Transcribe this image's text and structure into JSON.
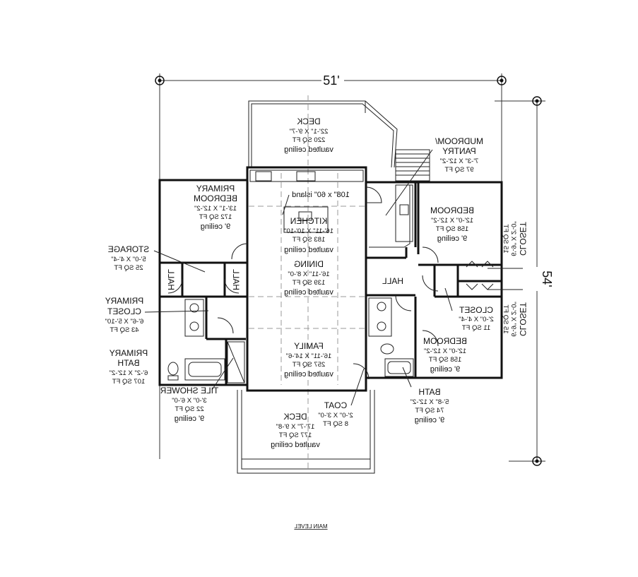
{
  "plan": {
    "width_dim": "51'",
    "depth_dim": "54'",
    "level_label": "MAIN LEVEL",
    "island_label": "108\" x 60\" island",
    "hall_label": "HALL",
    "rooms": {
      "deck_rear": {
        "name": "DECK",
        "size": "22'-1\" X 9'-7\"",
        "area": "220 SQ FT",
        "ceiling": "vaulted ceiling"
      },
      "mudroom": {
        "name1": "MUDROOM/",
        "name2": "PANTRY",
        "size": "7'-3\" X 12'-2\"",
        "area": "97 SQ FT"
      },
      "primary_bedroom": {
        "name1": "PRIMARY",
        "name2": "BEDROOM",
        "size": "13'-1\" X 12'-2\"",
        "area": "172 SQ FT",
        "ceiling": "9' ceiling"
      },
      "kitchen": {
        "name": "KITCHEN",
        "size": "16'-11\" X 10'-10\"",
        "area": "183 SQ FT",
        "ceiling": "vaulted ceiling"
      },
      "bedroom_upper": {
        "name": "BEDROOM",
        "size": "12'-0\" X 12'-2\"",
        "area": "158 SQ FT",
        "ceiling": "9' ceiling"
      },
      "closet_upper": {
        "name": "CLOSET",
        "size": "6'-9\" X 2'-0\"",
        "area": "15 SQ FT"
      },
      "storage": {
        "name": "STORAGE",
        "size": "5'-0\" X 4'-4\"",
        "area": "25 SQ FT"
      },
      "hall_left": {
        "name": "HALL"
      },
      "hall_mid": {
        "name": "HALL"
      },
      "dining": {
        "name": "DINING",
        "size": "16'-11\" X 8'-0\"",
        "area": "139 SQ FT",
        "ceiling": "vaulted ceiling"
      },
      "closet_lower": {
        "name": "CLOSET",
        "size": "6'-9\" X 2'-0\"",
        "area": "15 SQ FT"
      },
      "closet_small": {
        "name": "CLOSET",
        "size": "2'-0\" X 4'-4\"",
        "area": "11 SQ FT"
      },
      "primary_closet": {
        "name1": "PRIMARY",
        "name2": "CLOSET",
        "size": "6'-6\" X 5'-10\"",
        "area": "43 SQ FT"
      },
      "family": {
        "name": "FAMILY",
        "size": "16'-11\" X 14'-6\"",
        "area": "257 SQ FT",
        "ceiling": "vaulted ceiling"
      },
      "bedroom_lower": {
        "name": "BEDROOM",
        "size": "12'-0\" X 12'-2\"",
        "area": "158 SQ FT",
        "ceiling": "9' ceiling"
      },
      "primary_bath": {
        "name1": "PRIMARY",
        "name2": "BATH",
        "size": "6'-2\" X 12'-2\"",
        "area": "107 SQ FT"
      },
      "tile_shower": {
        "name": "TILE SHOWER",
        "size": "3'-0\" X 6'-0\"",
        "area": "22 SQ FT",
        "ceiling": "9' ceiling"
      },
      "coat": {
        "name": "COAT",
        "size": "2'-0\" X 3'-0\"",
        "area": "8 SQ FT"
      },
      "bath": {
        "name": "BATH",
        "size": "5'-8\" X 12'-2\"",
        "area": "74 SQ FT",
        "ceiling": "9' ceiling"
      },
      "deck_front": {
        "name": "DECK",
        "size": "17'-7\" X 9'-8\"",
        "area": "177 SQ FT",
        "ceiling": "vaulted ceiling"
      }
    }
  }
}
